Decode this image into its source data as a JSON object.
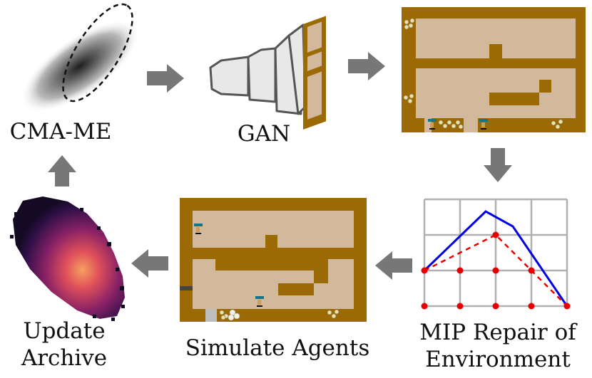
{
  "labels": {
    "cma_me": "CMA-ME",
    "gan": "GAN",
    "simulate": "Simulate Agents",
    "mip_line1": "MIP Repair of",
    "mip_line2": "Environment",
    "update_line1": "Update",
    "update_line2": "Archive"
  },
  "colors": {
    "wall": "#9b6a05",
    "floor": "#d2b99c",
    "arrow": "#777777",
    "grid": "#b0b0b0",
    "solid_line": "#0000e6",
    "dashed_line": "#e60000",
    "points": "#e60000"
  }
}
